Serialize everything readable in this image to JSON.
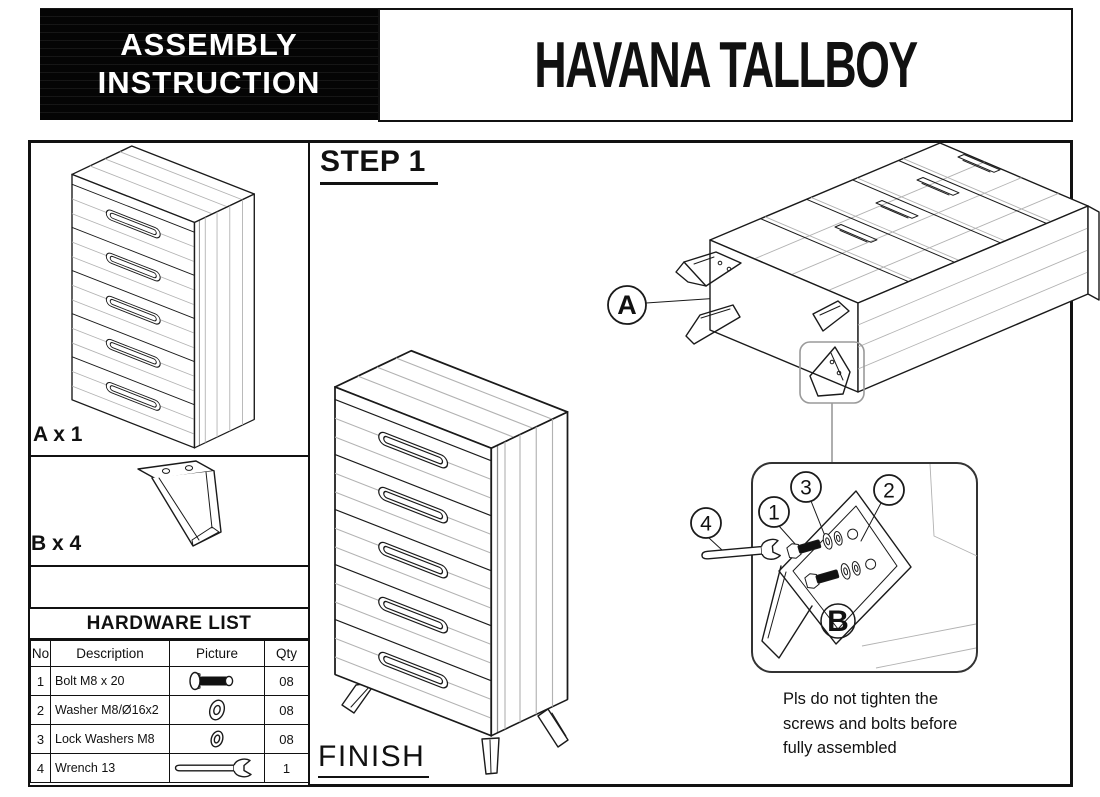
{
  "header": {
    "brand_lines": [
      "ASSEMBLY",
      "INSTRUCTION"
    ],
    "title": "HAVANA TALLBOY"
  },
  "parts": {
    "a_label": "A x 1",
    "b_label": "B x 4"
  },
  "step": {
    "title": "STEP 1"
  },
  "finish": {
    "label": "FINISH"
  },
  "callouts": {
    "a": "A",
    "b": "B",
    "c1": "1",
    "c2": "2",
    "c3": "3",
    "c4": "4"
  },
  "note": {
    "lines": [
      "Pls do not tighten the",
      "screws and bolts before",
      "fully assembled"
    ]
  },
  "hardware": {
    "title": "HARDWARE LIST",
    "headers": [
      "No",
      "Description",
      "Picture",
      "Qty"
    ],
    "rows": [
      {
        "no": "1",
        "description": "Bolt M8 x 20",
        "icon": "bolt-icon",
        "qty": "08"
      },
      {
        "no": "2",
        "description": "Washer M8/Ø16x2",
        "icon": "washer-icon",
        "qty": "08"
      },
      {
        "no": "3",
        "description": "Lock Washers M8",
        "icon": "lock-washer-icon",
        "qty": "08"
      },
      {
        "no": "4",
        "description": "Wrench 13",
        "icon": "wrench-icon",
        "qty": "1"
      }
    ]
  },
  "colors": {
    "ink": "#111111",
    "light_line": "#b2b2b2",
    "leader_gray": "#9a9a9a"
  }
}
